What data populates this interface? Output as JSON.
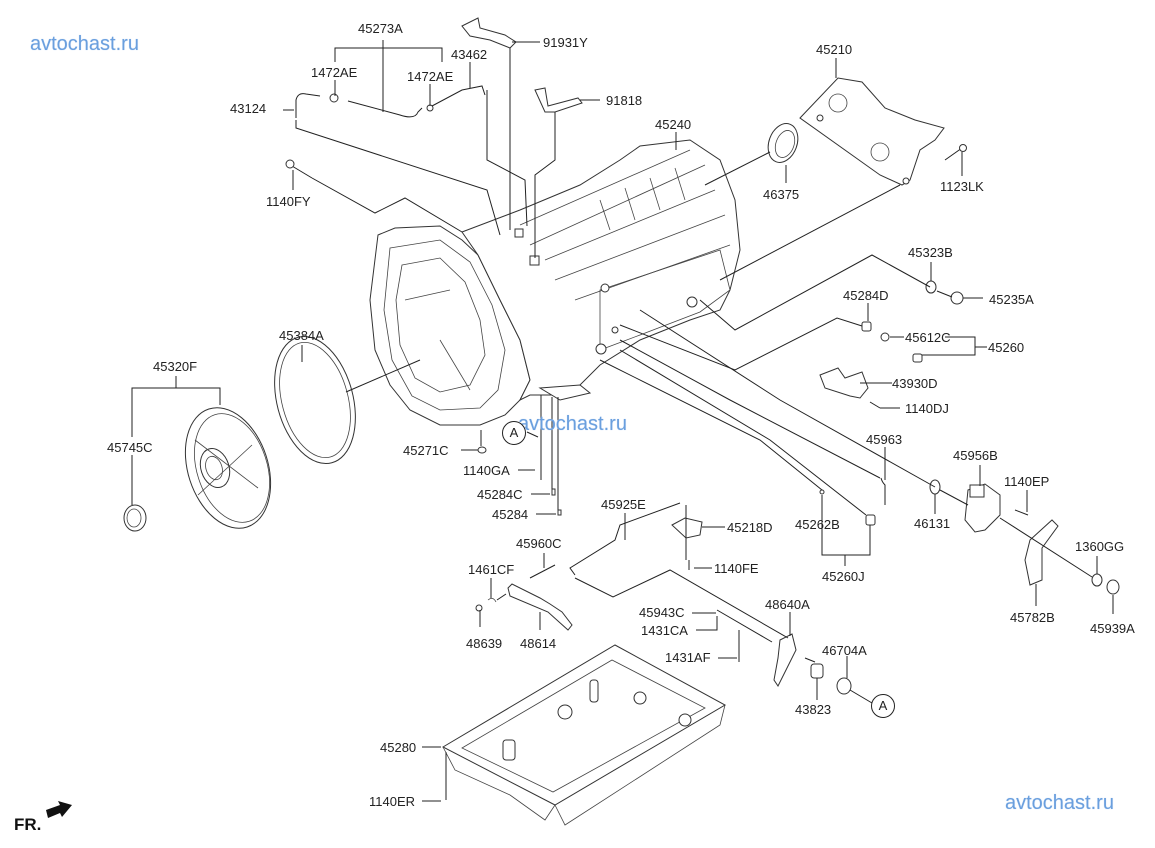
{
  "watermark": {
    "text": "avtochast.ru",
    "color": "#6a9fde"
  },
  "orientation": {
    "label": "FR.",
    "icon": "front-direction-arrow-icon"
  },
  "callouts": {
    "a1": "A",
    "a2": "A"
  },
  "parts": {
    "p45273A": "45273A",
    "p1472AE_1": "1472AE",
    "p1472AE_2": "1472AE",
    "p43462": "43462",
    "p91931Y": "91931Y",
    "p91818": "91818",
    "p43124": "43124",
    "p1140FY": "1140FY",
    "p45240": "45240",
    "p46375": "46375",
    "p45210": "45210",
    "p1123LK": "1123LK",
    "p45323B": "45323B",
    "p45235A": "45235A",
    "p45284D": "45284D",
    "p45612C": "45612C",
    "p45260": "45260",
    "p43930D": "43930D",
    "p1140DJ": "1140DJ",
    "p45963": "45963",
    "p45956B": "45956B",
    "p1140EP": "1140EP",
    "p46131": "46131",
    "p45262B": "45262B",
    "p45260J": "45260J",
    "p1360GG": "1360GG",
    "p45782B": "45782B",
    "p45939A": "45939A",
    "p45384A": "45384A",
    "p45320F": "45320F",
    "p45745C": "45745C",
    "p45271C": "45271C",
    "p1140GA": "1140GA",
    "p45284C": "45284C",
    "p45284": "45284",
    "p45925E": "45925E",
    "p45218D": "45218D",
    "p45960C": "45960C",
    "p1461CF": "1461CF",
    "p1140FE": "1140FE",
    "p48639": "48639",
    "p48614": "48614",
    "p45943C": "45943C",
    "p1431CA": "1431CA",
    "p48640A": "48640A",
    "p1431AF": "1431AF",
    "p46704A": "46704A",
    "p43823": "43823",
    "p45280": "45280",
    "p1140ER": "1140ER"
  }
}
